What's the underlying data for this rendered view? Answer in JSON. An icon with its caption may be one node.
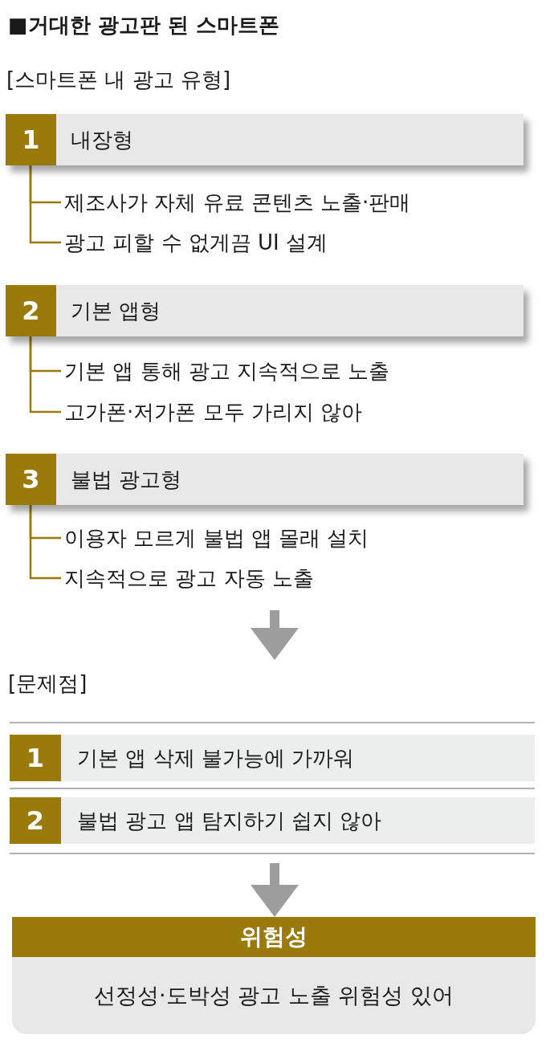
{
  "diagram": {
    "title": "■거대한 광고판 된 스마트폰",
    "nodes": [
      {
        "text": [
          "1",
          "내장형"
        ]
      },
      {
        "text": [
          "제조사가 자체 유료 콘텐츠 노출·판매"
        ]
      },
      {
        "text": [
          "광고 피할 수 없게끔 UI 설계"
        ]
      },
      {
        "text": [
          "2",
          "기본 앱형"
        ]
      },
      {
        "text": [
          "기본 앱 통해 광고 지속적으로 노출"
        ]
      },
      {
        "text": [
          "고가폰·저가폰 모두 가리지 않아"
        ]
      },
      {
        "text": [
          "3",
          "불법 광고형"
        ]
      },
      {
        "text": [
          "이용자 모르게 불법 앱 몰래 설치"
        ]
      },
      {
        "text": [
          "지속적으로 광고 자동 노출"
        ]
      },
      {
        "text": [
          "1",
          "기본 앱 삭제 불가능에 가까워"
        ]
      },
      {
        "text": [
          "2",
          "불법 광고 앱 탐지하기 쉽지 않아"
        ]
      },
      {
        "text": [
          "위험성",
          "선정성·도박성 광고 노출 위험성 있어"
        ]
      }
    ],
    "edges": [
      {
        "from": 0,
        "to": 1,
        "arrow": "none"
      },
      {
        "from": 0,
        "to": 2,
        "arrow": "none"
      },
      {
        "from": 3,
        "to": 4,
        "arrow": "none"
      },
      {
        "from": 3,
        "to": 5,
        "arrow": "none"
      },
      {
        "from": 6,
        "to": 7,
        "arrow": "none"
      },
      {
        "from": 6,
        "to": 8,
        "arrow": "none"
      },
      {
        "from": null,
        "to": 11,
        "arrow": "to"
      }
    ],
    "labels": [
      "[스마트폰 내 광고 유형]",
      "[문제점]"
    ]
  }
}
